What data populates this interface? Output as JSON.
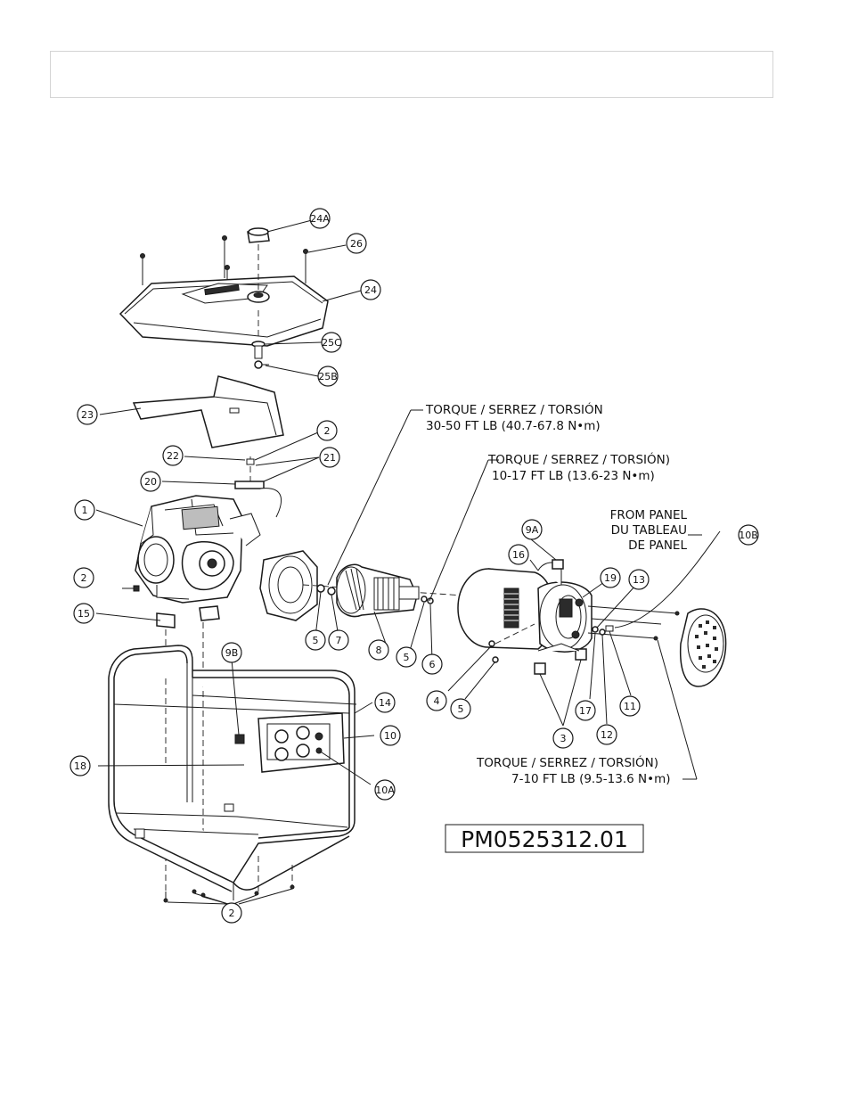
{
  "callouts": [
    "24A",
    "26",
    "24",
    "25C",
    "25B",
    "23",
    "2",
    "22",
    "21",
    "20",
    "1",
    "2",
    "15",
    "5",
    "7",
    "8",
    "5",
    "6",
    "9A",
    "16",
    "19",
    "13",
    "10B",
    "9B",
    "14",
    "10",
    "18",
    "10A",
    "4",
    "5",
    "3",
    "17",
    "12",
    "11",
    "2"
  ],
  "notes": {
    "torque_1": [
      "TORQUE / SERREZ / TORSIÓN",
      "30-50 FT LB (40.7-67.8 N•m)"
    ],
    "torque_2": [
      "TORQUE / SERREZ / TORSIÓN)",
      "10-17 FT LB (13.6-23 N•m)"
    ],
    "from_panel": [
      "FROM PANEL",
      "DU TABLEAU",
      "DE PANEL"
    ],
    "torque_3": [
      "TORQUE / SERREZ / TORSIÓN)",
      "7-10 FT LB (9.5-13.6 N•m)"
    ]
  },
  "part_number": "PM0525312.01"
}
